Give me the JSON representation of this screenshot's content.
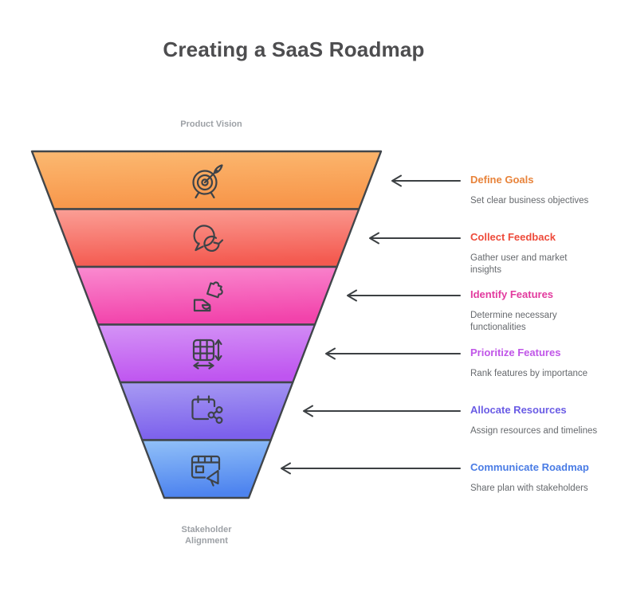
{
  "title": "Creating a SaaS Roadmap",
  "funnel": {
    "top_label": "Product Vision",
    "bottom_label_lines": [
      "Stakeholder",
      "Alignment"
    ],
    "stages": [
      {
        "label": "Define Goals",
        "description_lines": [
          "Set clear business objectives"
        ],
        "label_color": "#e8833a",
        "fill_top": "#fbb971",
        "fill_bottom": "#f8964a",
        "icon": "target-dart-icon"
      },
      {
        "label": "Collect Feedback",
        "description_lines": [
          "Gather user and market",
          "insights"
        ],
        "label_color": "#ee4b3b",
        "fill_top": "#fb9f96",
        "fill_bottom": "#f45a50",
        "icon": "feedback-loop-icon"
      },
      {
        "label": "Identify Features",
        "description_lines": [
          "Determine necessary",
          "functionalities"
        ],
        "label_color": "#e23a9e",
        "fill_top": "#fa8bd0",
        "fill_bottom": "#f243ab",
        "icon": "hand-puzzle-icon"
      },
      {
        "label": "Prioritize Features",
        "description_lines": [
          "Rank features by importance"
        ],
        "label_color": "#c055e8",
        "fill_top": "#d494f6",
        "fill_bottom": "#bf55f0",
        "icon": "grid-resize-icon"
      },
      {
        "label": "Allocate Resources",
        "description_lines": [
          "Assign resources and timelines"
        ],
        "label_color": "#6a5ce5",
        "fill_top": "#a89bf3",
        "fill_bottom": "#7c60ec",
        "icon": "calendar-share-icon"
      },
      {
        "label": "Communicate Roadmap",
        "description_lines": [
          "Share plan with stakeholders"
        ],
        "label_color": "#4a7ce5",
        "fill_top": "#92c1f8",
        "fill_bottom": "#4d83ef",
        "icon": "board-megaphone-icon"
      }
    ]
  }
}
